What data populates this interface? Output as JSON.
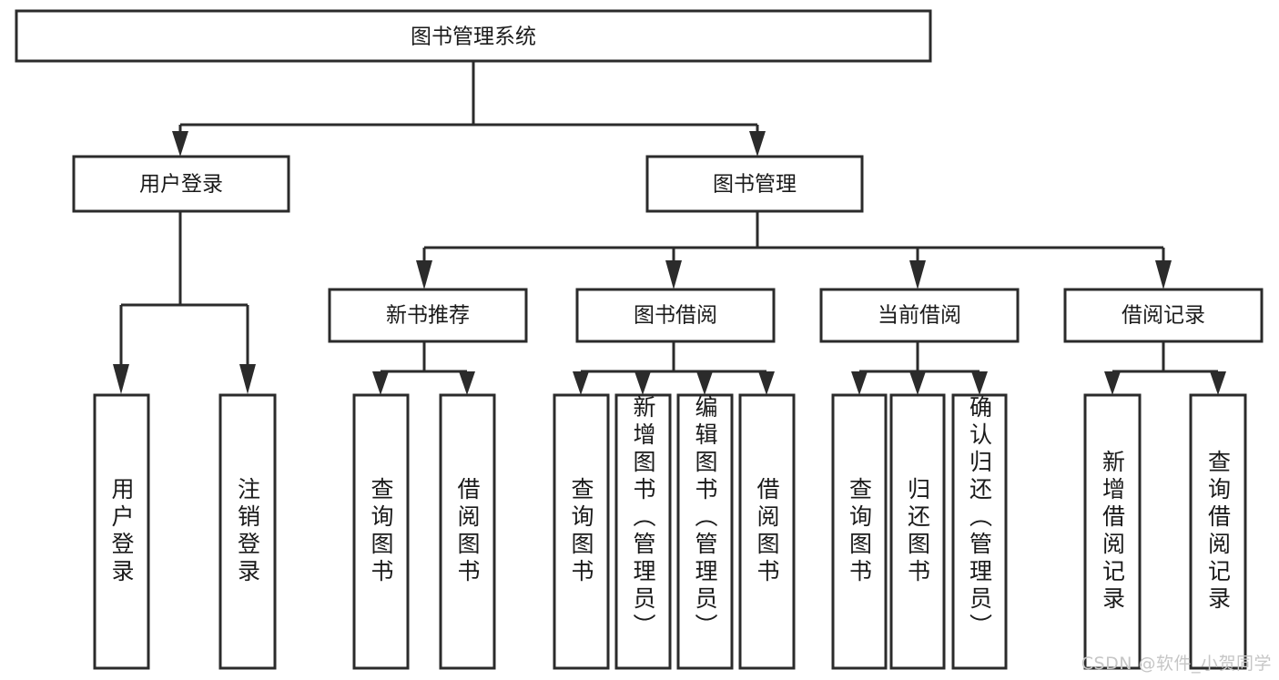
{
  "diagram": {
    "type": "tree-hierarchy",
    "title": "图书管理系统",
    "watermark": "CSDN @软件_小贺同学",
    "colors": {
      "stroke": "#2b2b2b",
      "fill": "#ffffff",
      "text": "#1a1a1a",
      "watermark": "#c6c6c6",
      "background": "#ffffff"
    },
    "levels": {
      "root": {
        "label": "图书管理系统"
      },
      "level2": [
        {
          "id": "user-login",
          "label": "用户登录"
        },
        {
          "id": "book-management",
          "label": "图书管理"
        }
      ],
      "level3": [
        {
          "id": "new-book-recommend",
          "label": "新书推荐",
          "parent": "book-management"
        },
        {
          "id": "book-borrow",
          "label": "图书借阅",
          "parent": "book-management"
        },
        {
          "id": "current-borrow",
          "label": "当前借阅",
          "parent": "book-management"
        },
        {
          "id": "borrow-record",
          "label": "借阅记录",
          "parent": "book-management"
        }
      ],
      "leaves": [
        {
          "id": "leaf-user-login",
          "label": "用户登录",
          "parent": "user-login"
        },
        {
          "id": "leaf-user-logout",
          "label": "注销登录",
          "parent": "user-login"
        },
        {
          "id": "leaf-query-book-1",
          "label": "查询图书",
          "parent": "new-book-recommend"
        },
        {
          "id": "leaf-borrow-book-1",
          "label": "借阅图书",
          "parent": "new-book-recommend"
        },
        {
          "id": "leaf-query-book-2",
          "label": "查询图书",
          "parent": "book-borrow"
        },
        {
          "id": "leaf-add-book",
          "label": "新增图书（管理员）",
          "parent": "book-borrow"
        },
        {
          "id": "leaf-edit-book",
          "label": "编辑图书（管理员）",
          "parent": "book-borrow"
        },
        {
          "id": "leaf-borrow-book-2",
          "label": "借阅图书",
          "parent": "book-borrow"
        },
        {
          "id": "leaf-query-book-3",
          "label": "查询图书",
          "parent": "current-borrow"
        },
        {
          "id": "leaf-return-book",
          "label": "归还图书",
          "parent": "current-borrow"
        },
        {
          "id": "leaf-confirm-return",
          "label": "确认归还（管理员）",
          "parent": "current-borrow"
        },
        {
          "id": "leaf-add-record",
          "label": "新增借阅记录",
          "parent": "borrow-record"
        },
        {
          "id": "leaf-query-record",
          "label": "查询借阅记录",
          "parent": "borrow-record"
        }
      ]
    }
  }
}
